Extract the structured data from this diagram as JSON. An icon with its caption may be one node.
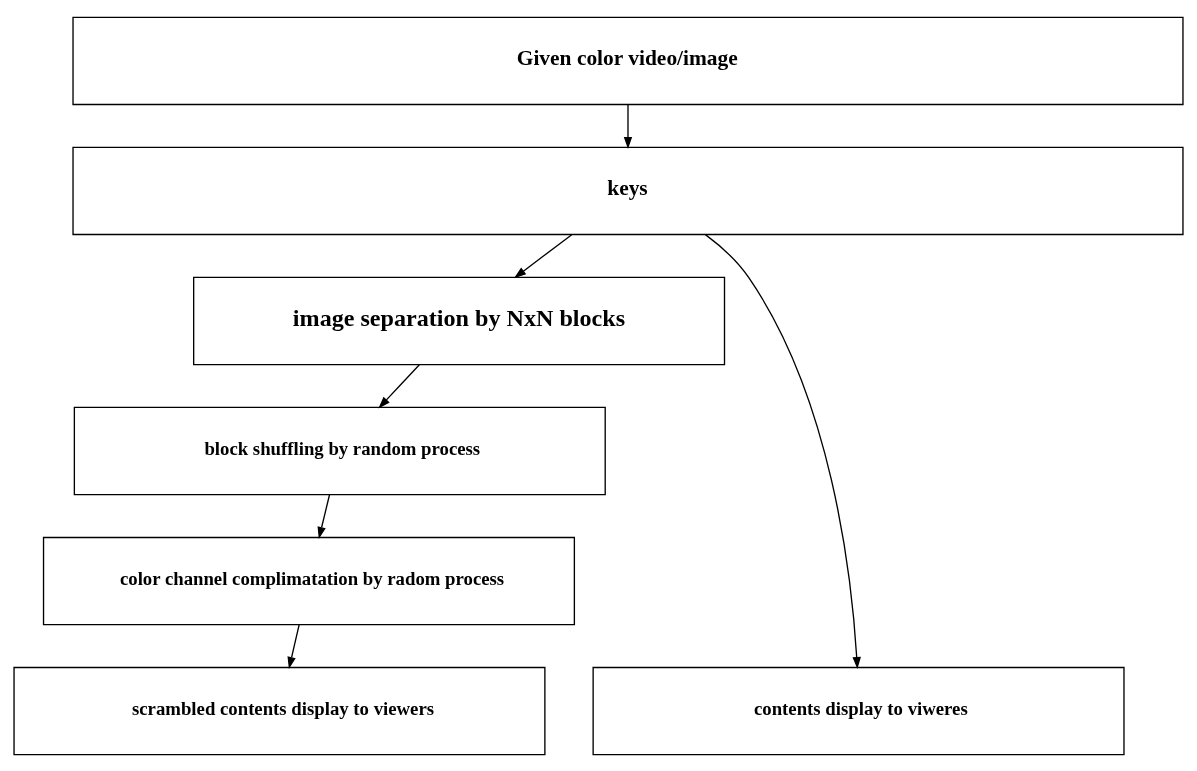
{
  "diagram": {
    "nodes": [
      {
        "text": [
          "Given color video/image"
        ]
      },
      {
        "text": [
          "keys"
        ]
      },
      {
        "text": [
          "image separation by NxN blocks"
        ]
      },
      {
        "text": [
          "block shuffling by random process"
        ]
      },
      {
        "text": [
          "color channel complimatation by radom process"
        ]
      },
      {
        "text": [
          "contents display to viweres"
        ]
      },
      {
        "text": [
          "scrambled contents display to viewers"
        ]
      }
    ],
    "edges": [
      {
        "from": 0,
        "to": 1,
        "arrow": "to"
      },
      {
        "from": 1,
        "to": 5,
        "arrow": "to"
      },
      {
        "from": 1,
        "to": 2,
        "arrow": "to"
      },
      {
        "from": 2,
        "to": 3,
        "arrow": "to"
      },
      {
        "from": 3,
        "to": 4,
        "arrow": "to"
      },
      {
        "from": 4,
        "to": 6,
        "arrow": "to"
      }
    ]
  }
}
